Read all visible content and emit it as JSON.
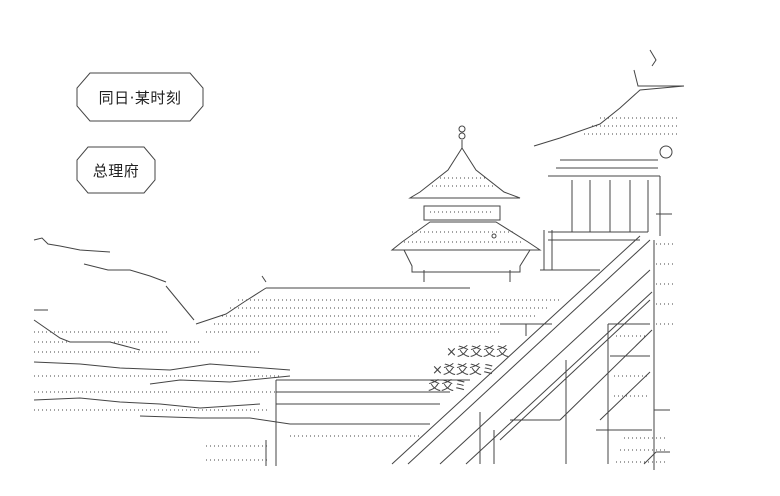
{
  "captions": {
    "time_label": "同日·某时刻",
    "place_label": "总理府"
  },
  "colors": {
    "line": "#444444",
    "dots": "#777777",
    "background": "#ffffff"
  },
  "illustration": {
    "subject": "ascii-art-palace-rooftops"
  }
}
